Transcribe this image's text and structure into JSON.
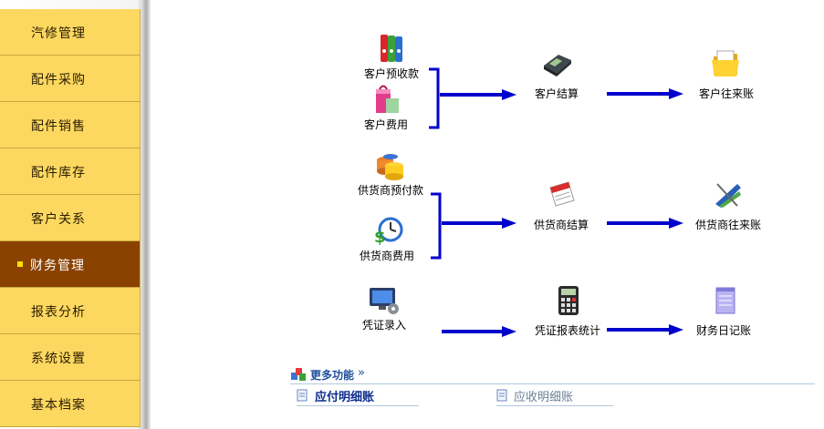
{
  "sidebar": {
    "items": [
      {
        "label": "汽修管理"
      },
      {
        "label": "配件采购"
      },
      {
        "label": "配件销售"
      },
      {
        "label": "配件库存"
      },
      {
        "label": "客户关系"
      },
      {
        "label": "财务管理",
        "active": true
      },
      {
        "label": "报表分析"
      },
      {
        "label": "系统设置"
      },
      {
        "label": "基本档案"
      }
    ]
  },
  "flow": {
    "customer": {
      "prepay": "客户预收款",
      "expense": "客户费用",
      "settle": "客户结算",
      "ledger": "客户往来账"
    },
    "supplier": {
      "prepay": "供货商预付款",
      "expense": "供货商费用",
      "settle": "供货商结算",
      "ledger": "供货商往来账"
    },
    "voucher": {
      "entry": "凭证录入",
      "stats": "凭证报表统计",
      "journal": "财务日记账"
    }
  },
  "more": {
    "title": "更多功能",
    "chevron": "»",
    "links": [
      {
        "label": "应付明细账"
      },
      {
        "label": "应收明细账"
      }
    ]
  },
  "colors": {
    "nav_bg": "#fdd861",
    "nav_active_bg": "#8a4200",
    "arrow": "#0000cc",
    "link_active": "#0c2c8c",
    "link_inactive": "#6b7f96"
  }
}
